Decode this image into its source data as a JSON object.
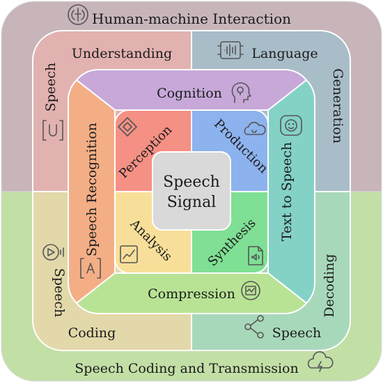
{
  "diagram": {
    "outer": {
      "top_title": "Human-machine Interaction",
      "bottom_title": "Speech Coding and Transmission"
    },
    "second_ring": {
      "top_left": "Understanding",
      "top_right": "Language",
      "left_upper": "Speech",
      "right_upper": "Generation",
      "left_lower": "Speech",
      "right_lower": "Decoding",
      "bottom_left": "Coding",
      "bottom_right": "Speech"
    },
    "third_ring": {
      "top": "Cognition",
      "left": "Speech Recognition",
      "right": "Text to Speech",
      "bottom": "Compression"
    },
    "inner_quadrants": {
      "top_left": "Perception",
      "top_right": "Production",
      "bottom_left": "Analysis",
      "bottom_right": "Synthesis"
    },
    "center": {
      "line1": "Speech",
      "line2": "Signal"
    },
    "icons": [
      "brain-circuit-icon",
      "sound-wave-chip-icon",
      "speech-recognition-u-icon",
      "smiley-bubble-icon",
      "head-lightbulb-icon",
      "speech-recognition-a-icon",
      "perception-diamond-icon",
      "cloud-production-icon",
      "chart-analysis-icon",
      "audio-file-icon",
      "compression-icon",
      "play-waveform-icon",
      "share-nodes-icon",
      "cloud-lightning-icon"
    ]
  }
}
